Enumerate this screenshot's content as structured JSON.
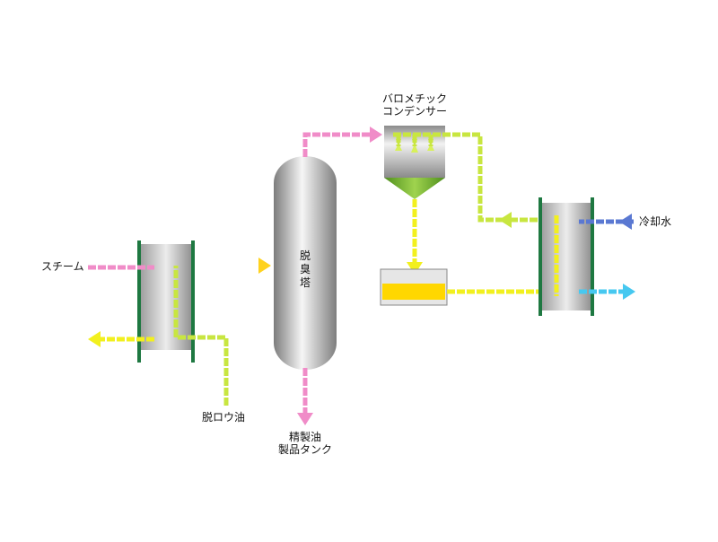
{
  "labels": {
    "steam": "スチーム",
    "dewaxed_oil": "脱ロウ油",
    "tower": "脱臭塔",
    "product_tank_line1": "精製油",
    "product_tank_line2": "製品タンク",
    "condenser_line1": "バロメチック",
    "condenser_line2": "コンデンサー",
    "cooling_water": "冷却水"
  },
  "colors": {
    "pink": "#f08cc8",
    "yellow": "#f2f01e",
    "lime": "#c8e640",
    "orange": "#ffaa1e",
    "blue": "#5a78d2",
    "cyan": "#46c8f0",
    "frame": "#1e7841",
    "funnel": "#6eaa28",
    "liquid": "#ffd700"
  }
}
